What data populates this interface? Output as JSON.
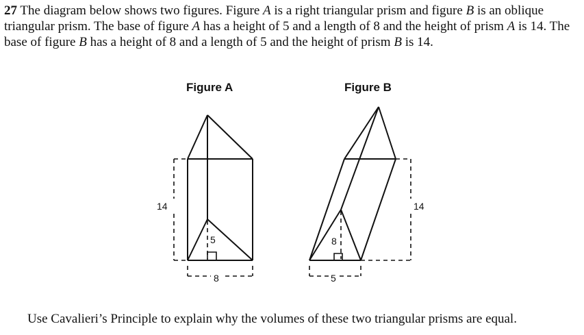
{
  "question": {
    "number": "27",
    "s1_a": "The diagram below shows two figures. Figure ",
    "s1_b": "A",
    "s1_c": " is a right triangular prism and figure ",
    "s1_d": "B",
    "s1_e": " is an oblique triangular prism. The base of figure ",
    "s1_f": "A",
    "s1_g": " has a height of 5 and a length of 8 and the height of prism ",
    "s1_h": "A",
    "s1_i": " is 14. The base of figure ",
    "s1_j": "B",
    "s1_k": " has a height of 8 and a length of 5 and the height of prism ",
    "s1_l": "B",
    "s1_m": " is 14."
  },
  "figure_a": {
    "title": "Figure A",
    "prism_height_label": "14",
    "base_height_label": "5",
    "base_length_label": "8"
  },
  "figure_b": {
    "title": "Figure B",
    "prism_height_label": "14",
    "base_height_label": "8",
    "base_length_label": "5"
  },
  "prompt": "Use Cavalieri’s Principle to explain why the volumes of these two triangular prisms are equal."
}
